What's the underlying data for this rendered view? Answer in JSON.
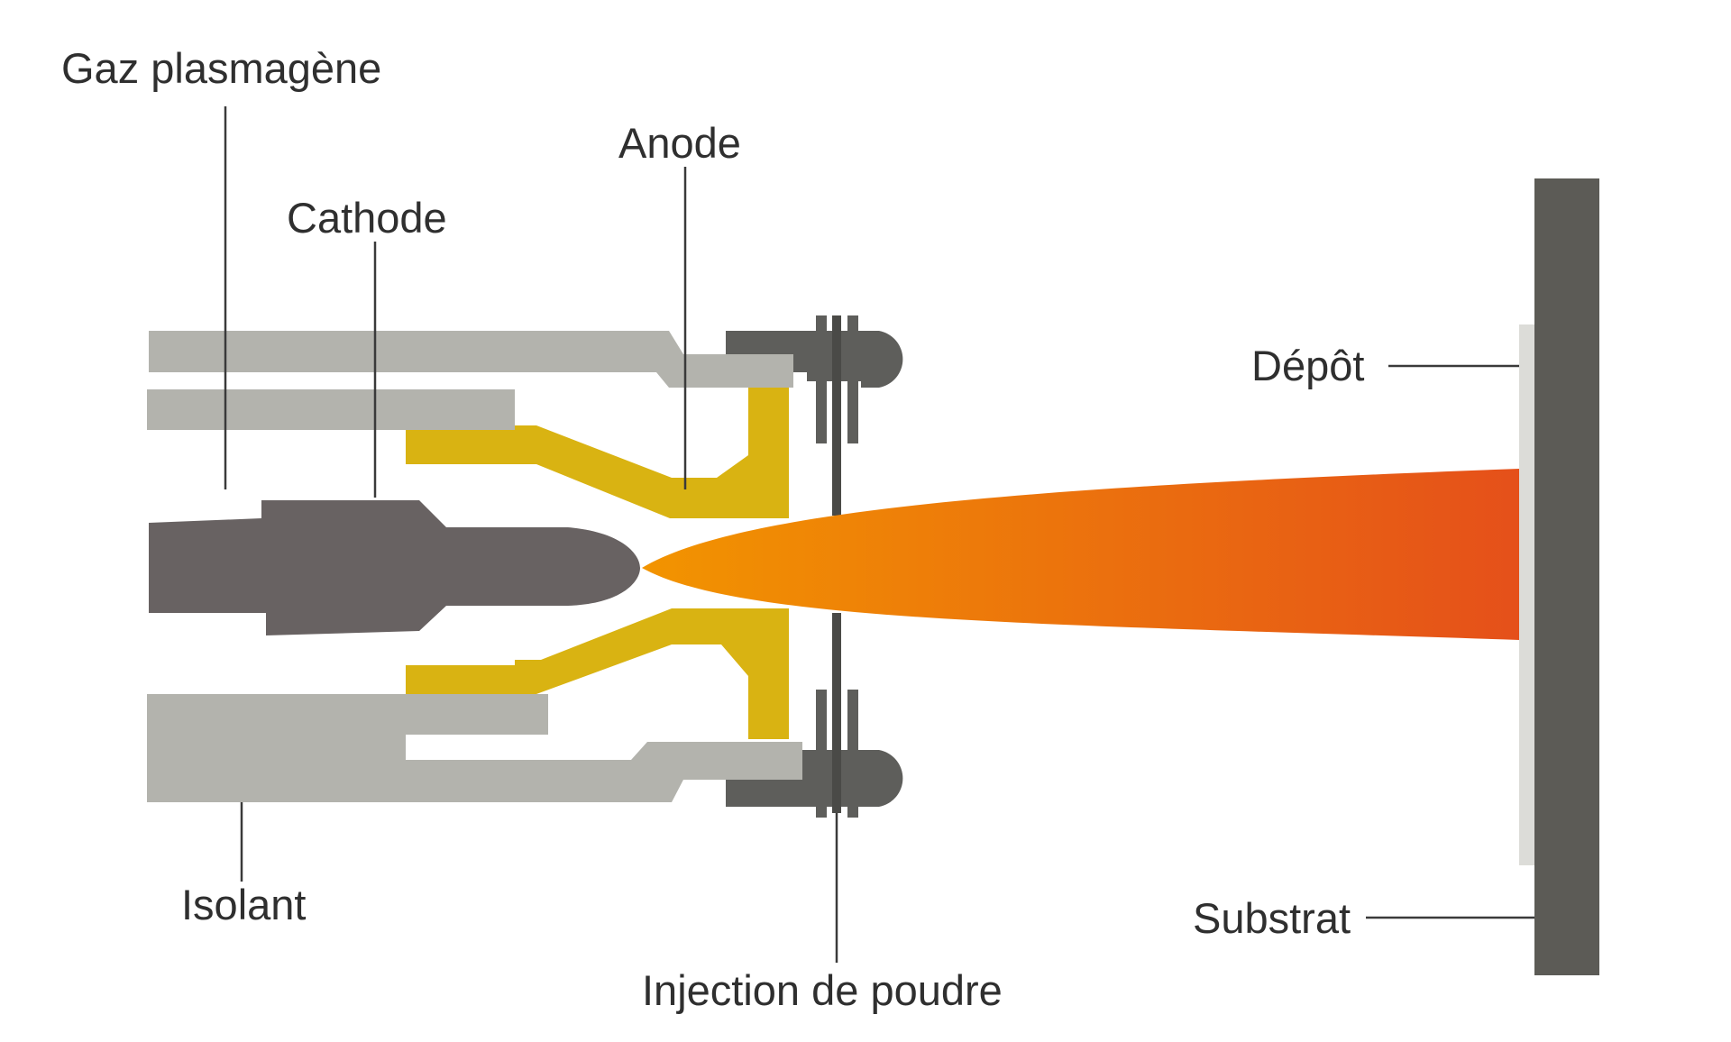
{
  "diagram": {
    "labels": {
      "plasma_gas": "Gaz plasmagène",
      "cathode": "Cathode",
      "anode": "Anode",
      "insulator": "Isolant",
      "powder_injection": "Injection de poudre",
      "deposit": "Dépôt",
      "substrate": "Substrat"
    },
    "colors": {
      "background": "#ffffff",
      "insulator_gray": "#b3b3ad",
      "cathode_dark": "#686262",
      "anode_gold": "#d9b312",
      "flange_dark": "#5e5e5b",
      "substrate_dark": "#5c5b56",
      "deposit_light": "#dcdcd8",
      "jet_start": "#f29400",
      "jet_end": "#e5501a",
      "leader_line": "#3a3a3a"
    }
  }
}
